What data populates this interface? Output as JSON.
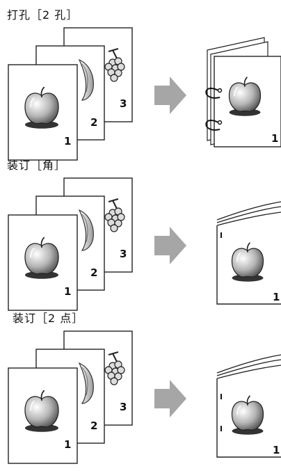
{
  "sections": [
    {
      "title": "打孔［2 孔］",
      "page_numbers": [
        "1",
        "2",
        "3"
      ],
      "result_page_number": "1"
    },
    {
      "title": "装订［角］",
      "page_numbers": [
        "1",
        "2",
        "3"
      ],
      "result_page_number": "1"
    },
    {
      "title": "装订［2 点］",
      "page_numbers": [
        "1",
        "2",
        "3"
      ],
      "result_page_number": "1"
    }
  ],
  "icons": {
    "illustration": "apple-icon",
    "page2_illustration": "banana-icon",
    "page3_illustration": "grapes-icon",
    "arrow": "right-arrow-icon"
  },
  "colors": {
    "arrow": "#a6a6a6",
    "apple_shadow": "#333333",
    "outline": "#222222"
  }
}
